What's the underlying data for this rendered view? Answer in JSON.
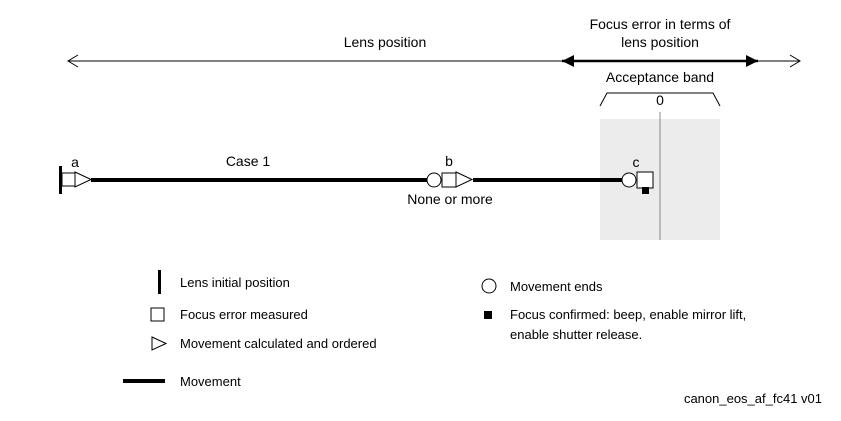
{
  "colors": {
    "background": "#ffffff",
    "ink": "#000000",
    "acceptance_band_fill": "#ececec",
    "center_line": "#888888"
  },
  "top": {
    "lens_position_label": "Lens position",
    "focus_error_label_line1": "Focus error in terms of",
    "focus_error_label_line2": "lens position",
    "acceptance_band_label": "Acceptance band",
    "zero_label": "0"
  },
  "track": {
    "case_label": "Case 1",
    "point_a": "a",
    "point_b": "b",
    "point_c": "c",
    "b_note": "None or more"
  },
  "legend": {
    "initial_position": "Lens initial position",
    "focus_error_measured": "Focus error measured",
    "movement_calculated": "Movement calculated and ordered",
    "movement": "Movement",
    "movement_ends": "Movement ends",
    "focus_confirmed_line1": "Focus confirmed: beep, enable mirror lift,",
    "focus_confirmed_line2": "enable shutter release."
  },
  "footer": {
    "version_id": "canon_eos_af_fc41 v01"
  },
  "icons": {
    "initial_position": "vertical-bar-icon",
    "measured": "square-icon",
    "calculated": "triangle-icon",
    "movement": "thick-line-icon",
    "ends": "circle-icon",
    "confirmed": "filled-square-icon"
  }
}
